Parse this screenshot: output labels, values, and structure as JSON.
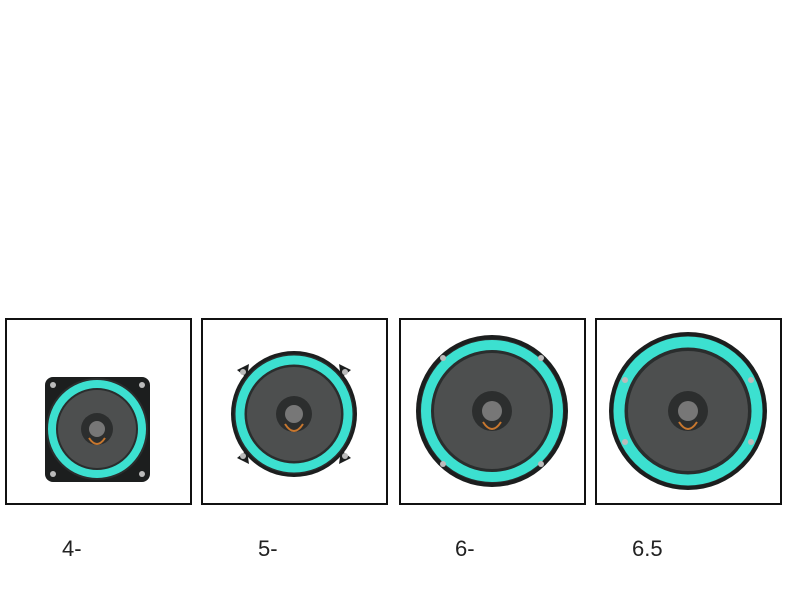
{
  "colors": {
    "ring": "#3ce0d0",
    "cone": "#4d4f4f",
    "frame": "#1c1e1e",
    "border": "#111111"
  },
  "products": [
    {
      "size_label": "4-",
      "frame": "square-icon"
    },
    {
      "size_label": "5-",
      "frame": "round-tabs-icon"
    },
    {
      "size_label": "6-",
      "frame": "round-icon"
    },
    {
      "size_label": "6.5",
      "frame": "round-large-icon"
    }
  ]
}
